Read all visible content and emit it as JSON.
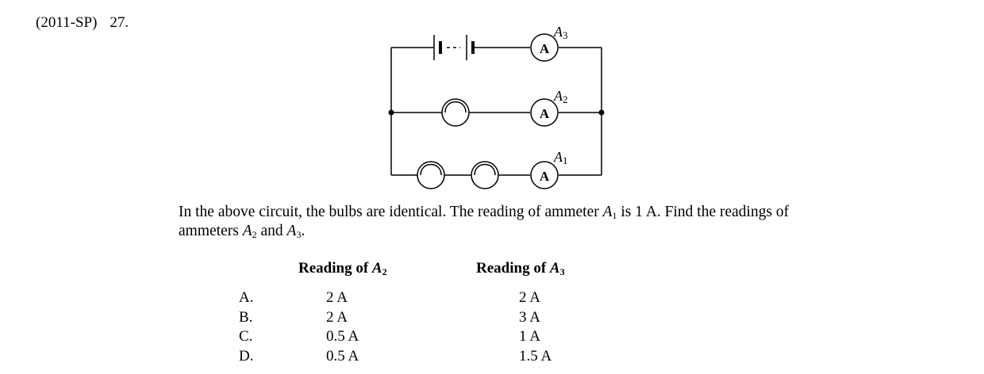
{
  "header": {
    "source": "(2011-SP)",
    "number": "27."
  },
  "circuit": {
    "ammeters": [
      {
        "id": "A3",
        "symbol": "A",
        "label_letter": "A",
        "label_sub": "3"
      },
      {
        "id": "A2",
        "symbol": "A",
        "label_letter": "A",
        "label_sub": "2"
      },
      {
        "id": "A1",
        "symbol": "A",
        "label_letter": "A",
        "label_sub": "1"
      }
    ]
  },
  "question": {
    "line1_a": "In the above circuit, the bulbs are identical.  The reading of ammeter ",
    "line1_var": "A",
    "line1_sub": "1",
    "line1_b": " is 1 A.  Find the readings of",
    "line2_a": "ammeters ",
    "line2_var1": "A",
    "line2_sub1": "2",
    "line2_mid": " and ",
    "line2_var2": "A",
    "line2_sub2": "3",
    "line2_end": "."
  },
  "table": {
    "col1_head": "Reading of ",
    "col1_var": "A",
    "col1_sub": "2",
    "col2_head": "Reading of ",
    "col2_var": "A",
    "col2_sub": "3",
    "options": [
      {
        "letter": "A.",
        "a2": "2 A",
        "a3": "2 A"
      },
      {
        "letter": "B.",
        "a2": "2 A",
        "a3": "3 A"
      },
      {
        "letter": "C.",
        "a2": "0.5 A",
        "a3": "1 A"
      },
      {
        "letter": "D.",
        "a2": "0.5 A",
        "a3": "1.5 A"
      }
    ]
  }
}
